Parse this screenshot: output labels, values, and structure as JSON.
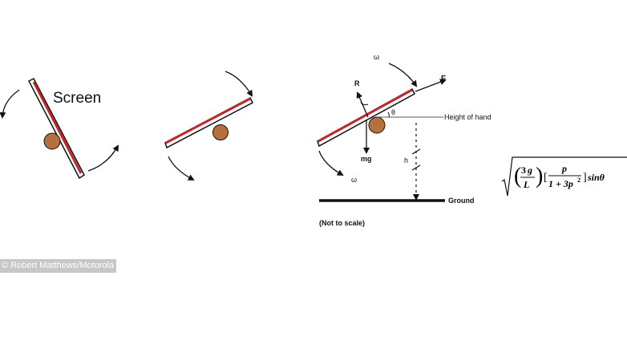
{
  "labels": {
    "screen": "Screen",
    "r": "R",
    "f": "F",
    "mg": "mg",
    "theta": "θ",
    "omega": "ω",
    "h": "h",
    "height_of_hand": "Height of hand",
    "ground": "Ground",
    "not_to_scale": "(Not to scale)"
  },
  "credit": "© Robert Matthews/Motorola",
  "formula": {
    "num_g": "3",
    "num_g_var": "g",
    "den_L": "L",
    "num_p": "p",
    "den": "1 + 3p",
    "exp": "2",
    "tail": "sinθ"
  },
  "colors": {
    "screen_red": "#c0282c",
    "ball": "#b5703d",
    "ink": "#111111"
  }
}
